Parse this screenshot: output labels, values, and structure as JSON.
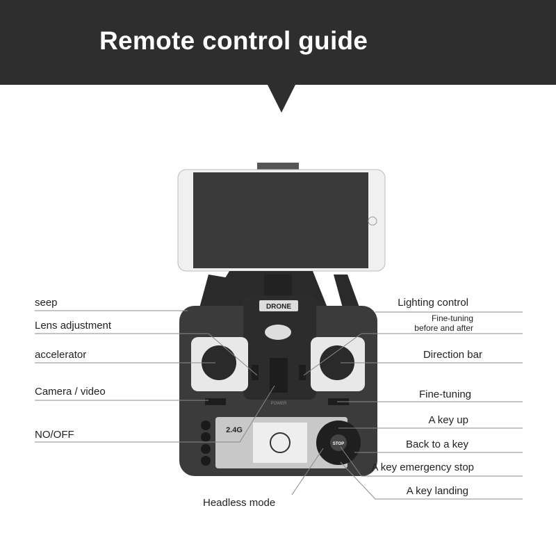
{
  "header": {
    "title": "Remote control guide"
  },
  "device": {
    "badge": "DRONE",
    "power_label": "POWER",
    "screen_logo": "2.4G",
    "stop_label": "STOP"
  },
  "labels_left": [
    "seep",
    "Lens adjustment",
    "accelerator",
    "Camera / video",
    "NO/OFF"
  ],
  "labels_right": {
    "lighting": "Lighting control",
    "fine_ba_1": "Fine-tuning",
    "fine_ba_2": "before and after",
    "direction": "Direction bar",
    "fine": "Fine-tuning",
    "key_up": "A key up",
    "back": "Back to a key",
    "emergency": "A key emergency stop",
    "landing": "A key landing"
  },
  "labels_bottom": {
    "headless": "Headless mode"
  }
}
